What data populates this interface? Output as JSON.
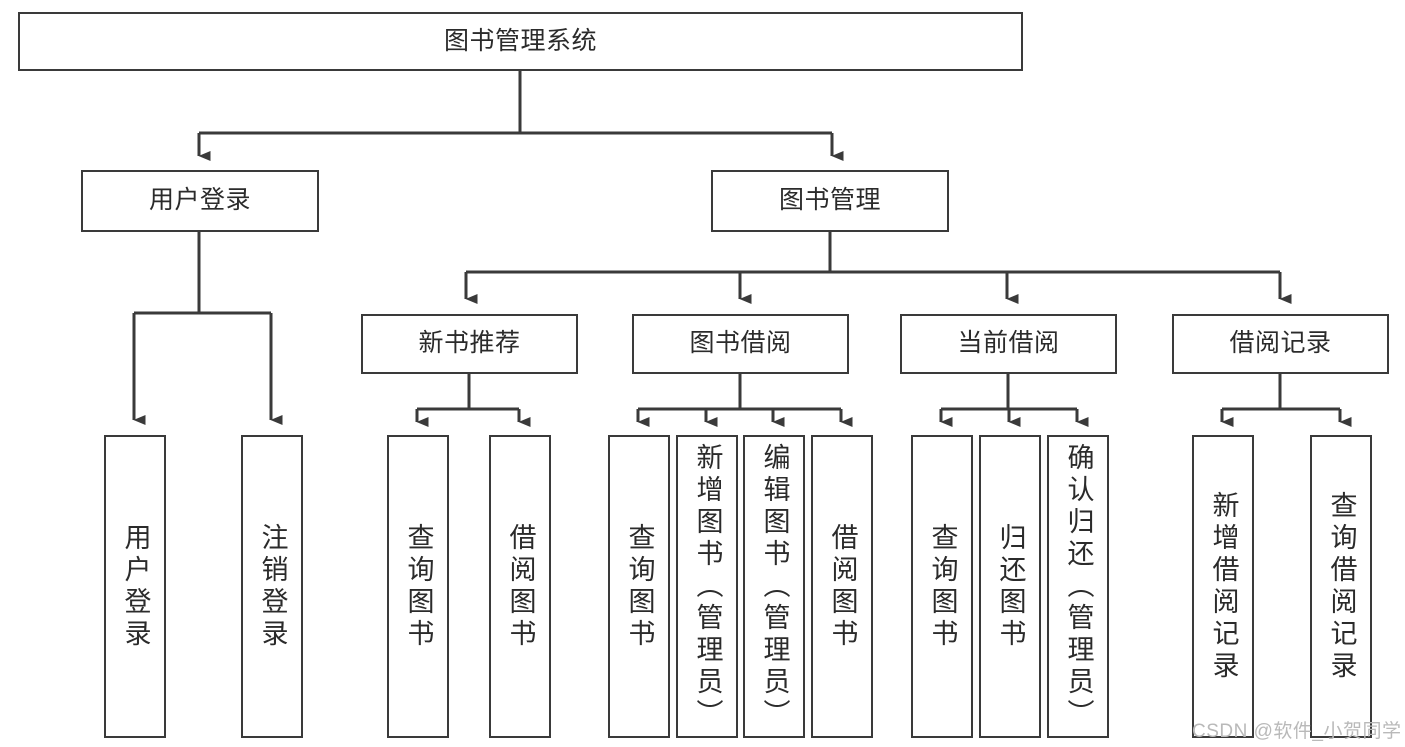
{
  "diagram": {
    "type": "tree-hierarchy",
    "title": "图书管理系统",
    "orientation": "top-down",
    "levels": 4,
    "colors": {
      "border": "#3a3a3a",
      "text": "#2b2b2b",
      "background": "#ffffff",
      "connector": "#3a3a3a",
      "watermark": "#b9b9b9"
    }
  },
  "nodes": {
    "root": {
      "label": "图书管理系统"
    },
    "level2": [
      {
        "id": "user-login",
        "label": "用户登录"
      },
      {
        "id": "book-management",
        "label": "图书管理"
      }
    ],
    "level3": [
      {
        "id": "new-book-recommend",
        "label": "新书推荐"
      },
      {
        "id": "book-borrow",
        "label": "图书借阅"
      },
      {
        "id": "current-borrow",
        "label": "当前借阅"
      },
      {
        "id": "borrow-record",
        "label": "借阅记录"
      }
    ],
    "leaves": {
      "user-login": [
        {
          "id": "leaf-user-login",
          "label": "用户登录"
        },
        {
          "id": "leaf-logout",
          "label": "注销登录"
        }
      ],
      "new-book-recommend": [
        {
          "id": "leaf-query-book-1",
          "label": "查询图书"
        },
        {
          "id": "leaf-borrow-book-1",
          "label": "借阅图书"
        }
      ],
      "book-borrow": [
        {
          "id": "leaf-query-book-2",
          "label": "查询图书"
        },
        {
          "id": "leaf-add-book",
          "label": "新增图书（管理员）"
        },
        {
          "id": "leaf-edit-book",
          "label": "编辑图书（管理员）"
        },
        {
          "id": "leaf-borrow-book-2",
          "label": "借阅图书"
        }
      ],
      "current-borrow": [
        {
          "id": "leaf-query-book-3",
          "label": "查询图书"
        },
        {
          "id": "leaf-return-book",
          "label": "归还图书"
        },
        {
          "id": "leaf-confirm-return",
          "label": "确认归还（管理员）"
        }
      ],
      "borrow-record": [
        {
          "id": "leaf-add-record",
          "label": "新增借阅记录"
        },
        {
          "id": "leaf-query-record",
          "label": "查询借阅记录"
        }
      ]
    }
  },
  "watermark": {
    "text": "CSDN @软件_小贺同学"
  }
}
